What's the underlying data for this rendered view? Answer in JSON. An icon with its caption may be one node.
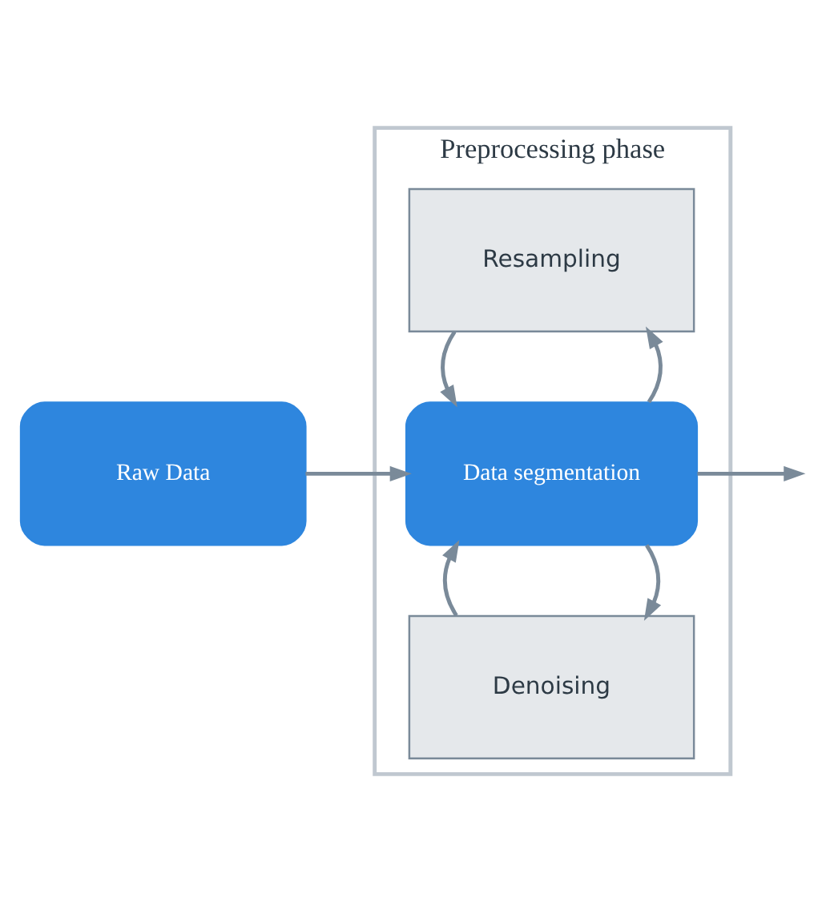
{
  "diagram": {
    "nodes": [
      {
        "text": [
          "Preprocessing phase"
        ]
      },
      {
        "text": [
          "Raw Data"
        ]
      },
      {
        "text": [
          "Resampling"
        ],
        "in": 0
      },
      {
        "text": [
          "Data segmentation"
        ],
        "in": 0
      },
      {
        "text": [
          "Denoising"
        ],
        "in": 0
      }
    ],
    "edges": [
      {
        "from": 1,
        "to": 3,
        "arrow": "to"
      },
      {
        "from": 3,
        "to": 2,
        "arrow": "to"
      },
      {
        "from": 2,
        "to": 3,
        "arrow": "to"
      },
      {
        "from": 3,
        "to": 4,
        "arrow": "to"
      },
      {
        "from": 4,
        "to": 3,
        "arrow": "to"
      },
      {
        "from": 3,
        "to": null,
        "arrow": "to"
      }
    ]
  }
}
